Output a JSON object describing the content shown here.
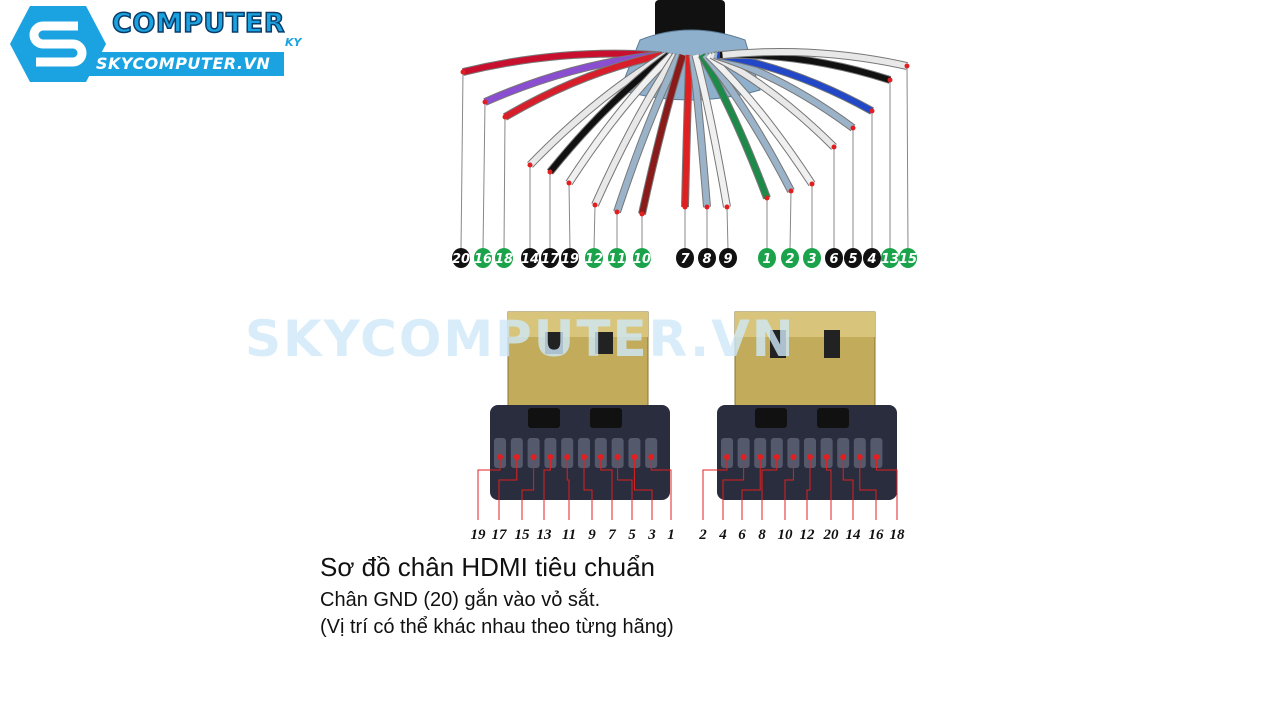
{
  "logo": {
    "title": "COMPUTER",
    "suffix": "KY",
    "url": "SKYCOMPUTER.VN"
  },
  "watermark": "SKYCOMPUTER.VN",
  "colors": {
    "green": "#1aa34a",
    "black": "#111111",
    "pin_line": "#e02020",
    "brand": "#1aa3e0"
  },
  "wire_labels": [
    {
      "n": "20",
      "color": "black",
      "wire": "#c8102e"
    },
    {
      "n": "16",
      "color": "green",
      "wire": "#8a4fd0"
    },
    {
      "n": "18",
      "color": "green",
      "wire": "#d81e2a"
    },
    {
      "n": "14",
      "color": "black",
      "wire": "#e8e8e8"
    },
    {
      "n": "17",
      "color": "black",
      "wire": "#111111"
    },
    {
      "n": "19",
      "color": "black",
      "wire": "#f0f0f0"
    },
    {
      "n": "12",
      "color": "green",
      "wire": "#e8e8e8"
    },
    {
      "n": "11",
      "color": "green",
      "wire": "#9ab3c8"
    },
    {
      "n": "10",
      "color": "green",
      "wire": "#8b1a1a"
    },
    {
      "n": "7",
      "color": "black",
      "wire": "#e02020"
    },
    {
      "n": "8",
      "color": "black",
      "wire": "#9ab3c8"
    },
    {
      "n": "9",
      "color": "black",
      "wire": "#f0f0f0"
    },
    {
      "n": "1",
      "color": "green",
      "wire": "#1d8a4a"
    },
    {
      "n": "2",
      "color": "green",
      "wire": "#9ab3c8"
    },
    {
      "n": "3",
      "color": "green",
      "wire": "#f0f0f0"
    },
    {
      "n": "6",
      "color": "black",
      "wire": "#e8e8e8"
    },
    {
      "n": "5",
      "color": "black",
      "wire": "#9ab3c8"
    },
    {
      "n": "4",
      "color": "black",
      "wire": "#2248c8"
    },
    {
      "n": "13",
      "color": "green",
      "wire": "#111111"
    },
    {
      "n": "15",
      "color": "green",
      "wire": "#e8e8e8"
    }
  ],
  "left_pins": [
    "19",
    "17",
    "15",
    "13",
    "11",
    "9",
    "7",
    "5",
    "3",
    "1"
  ],
  "right_pins": [
    "2",
    "4",
    "6",
    "8",
    "10",
    "12",
    "20",
    "14",
    "16",
    "18"
  ],
  "caption": {
    "title": "Sơ đồ chân HDMI tiêu chuẩn",
    "line1": "Chân GND (20) gắn vào vỏ sắt.",
    "line2": "(Vị trí có thể khác nhau theo từng hãng)"
  }
}
